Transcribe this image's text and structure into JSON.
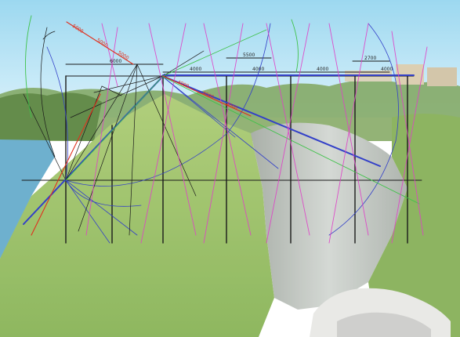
{
  "dimensions": {
    "top_row": [
      "6000",
      "4000",
      "4000",
      "4000",
      "4000"
    ],
    "upper_row": [
      "5500",
      "2700"
    ],
    "red_diagonal_labels": [
      "5000",
      "5000",
      "5000"
    ],
    "red_pink_labels": [
      "4000",
      "4000",
      "4000"
    ]
  },
  "colors": {
    "sky_top": "#8fd3ee",
    "sky_bottom": "#cfeefa",
    "water": "#5aa6c8",
    "grass": "#8dbb52",
    "cliff": "#b9c0bc",
    "trees": "#5f8f3c",
    "black_lines": "#1a1a1a",
    "blue_lines": "#3340c8",
    "magenta_lines": "#e040c8",
    "green_lines": "#3fc24a",
    "red_lines": "#e0301e"
  }
}
